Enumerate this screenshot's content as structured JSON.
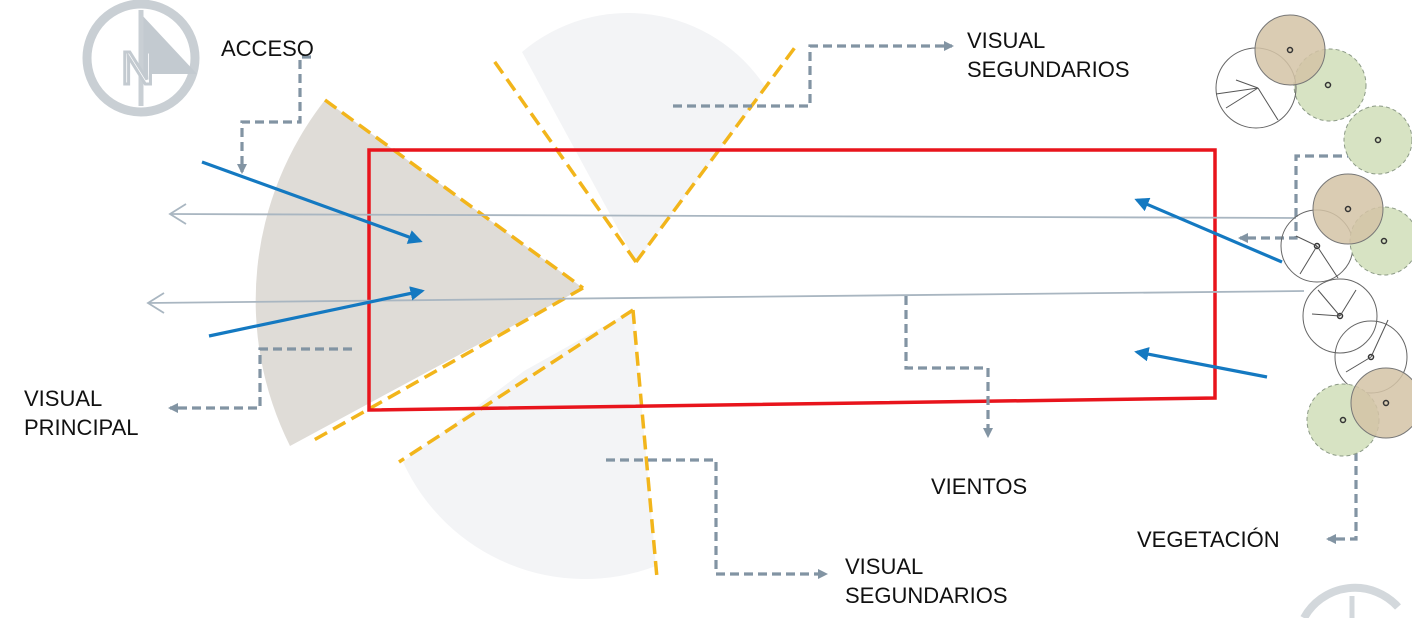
{
  "labels": {
    "acceso": "ACCESO",
    "visual_secundarios_top": [
      "VISUAL",
      "SEGUNDARIOS"
    ],
    "visual_principal": [
      "VISUAL",
      "PRINCIPAL"
    ],
    "vientos": "VIENTOS",
    "visual_secundarios_bottom": [
      "VISUAL",
      "SEGUNDARIOS"
    ],
    "vegetacion": "VEGETACIÓN",
    "north": "N"
  },
  "colors": {
    "site_outline": "#e8141c",
    "view_cone_edge": "#f2b51b",
    "principal_view_fill": "#dfdcd7",
    "secondary_view_fill": "#f3f4f6",
    "sun_arrow": "#1479c1",
    "wind_line": "#a9b6c1",
    "leader": "#8294a3",
    "tree_green": "#d7e3c3",
    "tree_brown": "#d4c3a6",
    "compass": "#c9cfd4"
  },
  "icons": [
    "north-compass-icon",
    "tree-icon"
  ]
}
